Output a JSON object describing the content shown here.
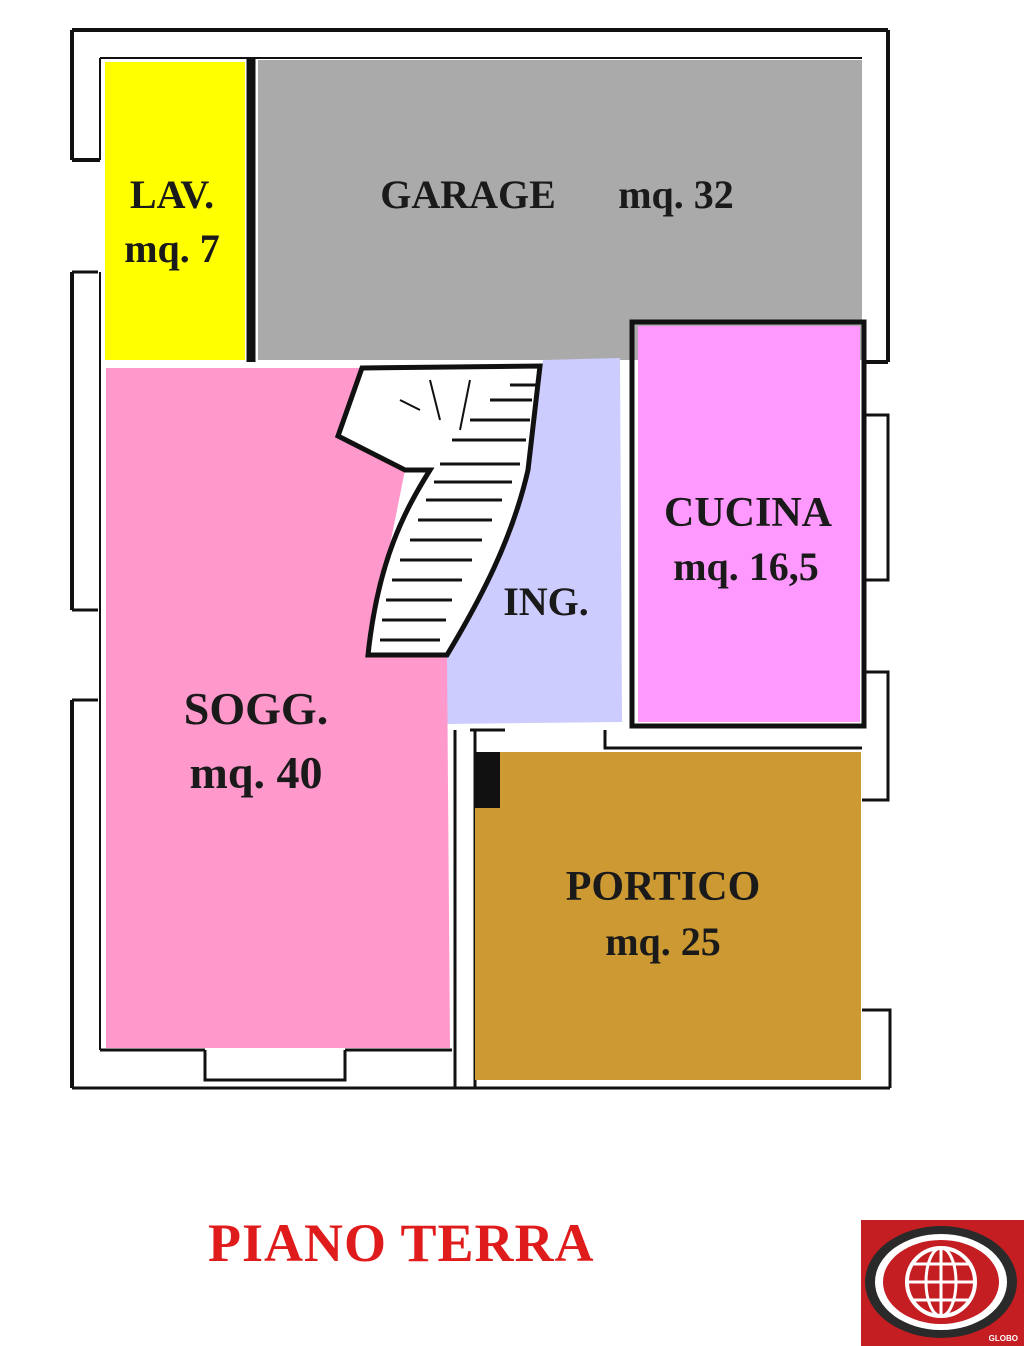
{
  "rooms": {
    "lavanderia": {
      "name": "LAV.",
      "area": "mq. 7",
      "color": "#ffff00"
    },
    "garage": {
      "name": "GARAGE",
      "area": "mq. 32",
      "color": "#aaaaaa"
    },
    "cucina": {
      "name": "CUCINA",
      "area": "mq. 16,5",
      "color": "#ff99ff"
    },
    "ingresso": {
      "name": "ING.",
      "color": "#ccccff"
    },
    "soggiorno": {
      "name": "SOGG.",
      "area": "mq. 40",
      "color": "#ff99cc"
    },
    "portico": {
      "name": "PORTICO",
      "area": "mq. 25",
      "color": "#cc9933"
    }
  },
  "plan": {
    "title": "PIANO TERRA",
    "title_color": "#e01b1b"
  },
  "logo": {
    "text": "GLOBO",
    "color": "#c41e23",
    "icon": "globe-icon"
  }
}
